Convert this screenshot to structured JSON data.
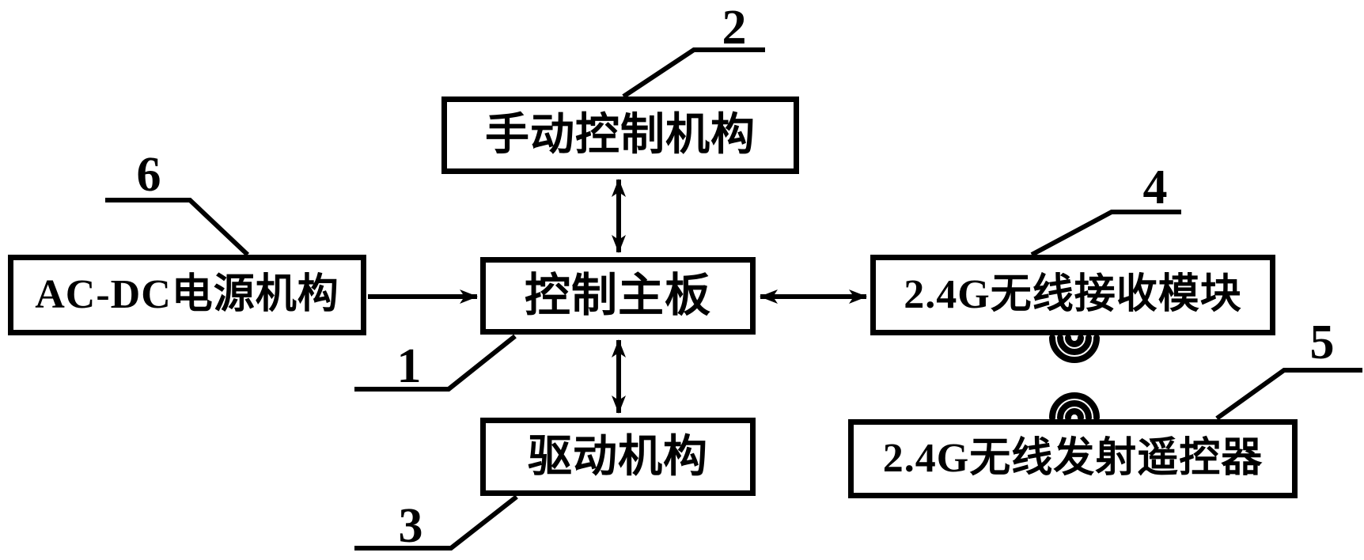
{
  "diagram": {
    "type": "block-diagram",
    "language": "zh-CN",
    "colors": {
      "line": "#000000",
      "background": "#ffffff"
    },
    "nodes": {
      "manual_control": {
        "label": "手动控制机构",
        "ref": "2"
      },
      "ac_dc_power": {
        "label": "AC-DC电源机构",
        "ref": "6"
      },
      "control_board": {
        "label": "控制主板",
        "ref": "1"
      },
      "rf_receiver": {
        "label": "2.4G无线接收模块",
        "ref": "4"
      },
      "drive_mechanism": {
        "label": "驱动机构",
        "ref": "3"
      },
      "rf_remote": {
        "label": "2.4G无线发射遥控器",
        "ref": "5"
      }
    },
    "connections": [
      {
        "from": "manual_control",
        "to": "control_board",
        "type": "double-headed-arrow",
        "orientation": "vertical"
      },
      {
        "from": "ac_dc_power",
        "to": "control_board",
        "type": "single-headed-arrow",
        "orientation": "horizontal"
      },
      {
        "from": "control_board",
        "to": "rf_receiver",
        "type": "double-headed-arrow",
        "orientation": "horizontal"
      },
      {
        "from": "control_board",
        "to": "drive_mechanism",
        "type": "double-headed-arrow",
        "orientation": "vertical"
      },
      {
        "from": "rf_receiver",
        "to": "rf_remote",
        "type": "wireless-wave-symbols",
        "orientation": "vertical"
      }
    ]
  }
}
